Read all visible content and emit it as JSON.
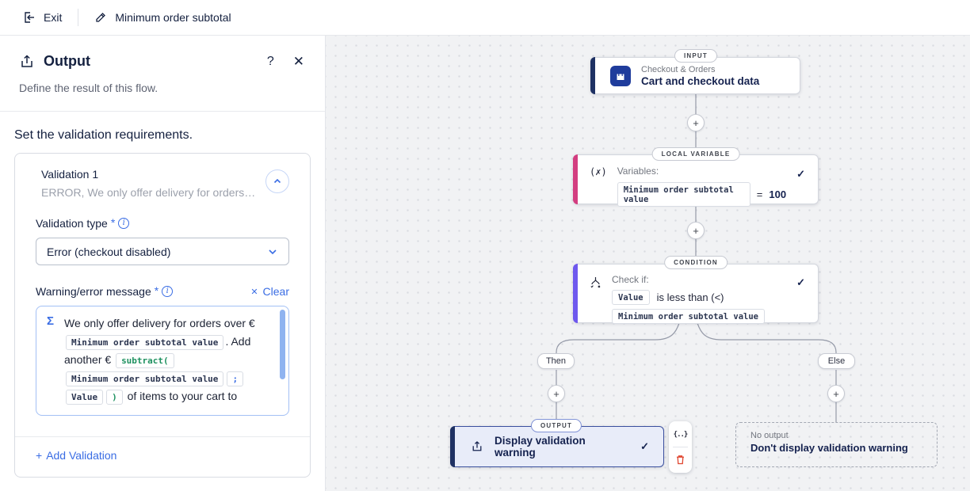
{
  "topbar": {
    "exit": "Exit",
    "title": "Minimum order subtotal"
  },
  "panel": {
    "title": "Output",
    "help": "?",
    "close": "✕",
    "subtitle": "Define the result of this flow.",
    "section_title": "Set the validation requirements.",
    "validation_card": {
      "name": "Validation 1",
      "summary": "ERROR, We only offer delivery for orders…",
      "type_label": "Validation type",
      "required_marker": "*",
      "info": "i",
      "type_value": "Error (checkout disabled)",
      "message_label": "Warning/error message",
      "clear_x": "✕",
      "clear": "Clear",
      "sigma": "Σ",
      "message_parts": [
        {
          "t": "text",
          "v": "We only offer delivery for orders over € "
        },
        {
          "t": "var",
          "v": "Minimum order subtotal value"
        },
        {
          "t": "text",
          "v": ". Add another € "
        },
        {
          "t": "fn",
          "v": "subtract("
        },
        {
          "t": "var",
          "v": "Minimum order subtotal value"
        },
        {
          "t": "sep",
          "v": ";"
        },
        {
          "t": "var",
          "v": "Value"
        },
        {
          "t": "fn",
          "v": ")"
        },
        {
          "t": "text",
          "v": " of items to your cart to"
        }
      ],
      "add_plus": "+",
      "add_label": "Add Validation"
    }
  },
  "canvas": {
    "input_node": {
      "badge": "INPUT",
      "category": "Checkout & Orders",
      "title": "Cart and checkout data"
    },
    "variable_node": {
      "badge": "LOCAL VARIABLE",
      "label": "Variables:",
      "chip": "Minimum order subtotal value",
      "equals": "=",
      "value": "100",
      "check": "✓",
      "icon": "(✗)"
    },
    "condition_node": {
      "badge": "CONDITION",
      "label": "Check if:",
      "value_chip": "Value",
      "operator": "is less than (<)",
      "compare_chip": "Minimum order subtotal value",
      "check": "✓"
    },
    "then_label": "Then",
    "else_label": "Else",
    "plus": "+",
    "output_node": {
      "badge": "OUTPUT",
      "title": "Display validation warning",
      "check": "✓"
    },
    "no_output_node": {
      "label": "No output",
      "title": "Don't display validation warning"
    },
    "toolbar": {
      "code": "{..}"
    }
  }
}
